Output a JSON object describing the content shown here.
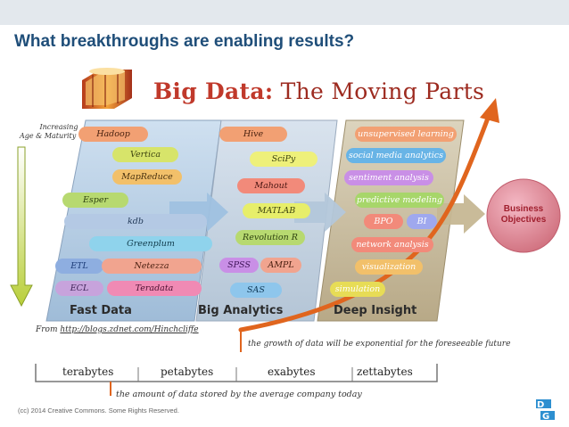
{
  "slide_title": "What breakthroughs are enabling results?",
  "diagram": {
    "title_main": "Big Data:",
    "title_sub": " The Moving Parts",
    "increasing_label_1": "Increasing",
    "increasing_label_2": "Age & Maturity",
    "panels": {
      "fast_data": "Fast Data",
      "big_analytics": "Big Analytics",
      "deep_insight": "Deep Insight"
    },
    "fast_data_items": [
      "Hadoop",
      "Vertica",
      "MapReduce",
      "Esper",
      "kdb",
      "Greenplum",
      "ETL",
      "Netezza",
      "ECL",
      "Teradata"
    ],
    "big_analytics_items": [
      "Hive",
      "SciPy",
      "Mahout",
      "MATLAB",
      "Revolution R",
      "SPSS",
      "AMPL",
      "SAS"
    ],
    "deep_insight_items": [
      "unsupervised learning",
      "social media analytics",
      "sentiment analysis",
      "predictive modeling",
      "BPO",
      "BI",
      "network analysis",
      "visualization",
      "simulation"
    ],
    "business_objectives_1": "Business",
    "business_objectives_2": "Objectives",
    "source_prefix": "From ",
    "source_link": "http://blogs.zdnet.com/Hinchcliffe",
    "growth_note": "the growth of data will be exponential for the foreseeable future",
    "scale_labels": [
      "terabytes",
      "petabytes",
      "exabytes",
      "zettabytes"
    ],
    "average_note": "the amount of data stored by the average company today"
  },
  "footer": {
    "copyright": "(cc) 2014 Creative Commons. Some Rights Reserved."
  },
  "colors": {
    "title": "#1f4e79",
    "accent_red": "#c0392b",
    "growth_line": "#e0651e"
  }
}
